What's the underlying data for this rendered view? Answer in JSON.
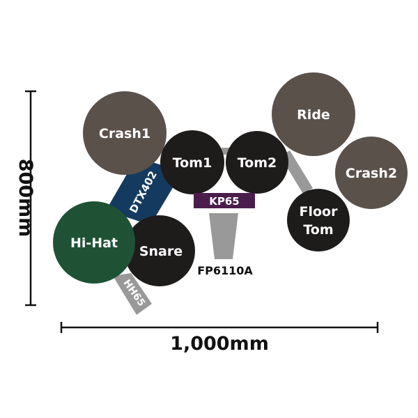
{
  "colors": {
    "crash_ride": "#5b514b",
    "tom_snare": "#1e1b1b",
    "hihat": "#1f5235",
    "dtx_module": "#143a5f",
    "kick_pedal": "#4b1d4d",
    "hardware_gray": "#999999",
    "dim_line": "#111111",
    "white_text": "#ffffff"
  },
  "dimensions": {
    "depth": "800mm",
    "width": "1,000mm"
  },
  "pads": {
    "crash1": "Crash1",
    "ride": "Ride",
    "crash2": "Crash2",
    "tom1": "Tom1",
    "tom2": "Tom2",
    "floor_tom_line1": "Floor",
    "floor_tom_line2": "Tom",
    "hihat": "Hi-Hat",
    "snare": "Snare"
  },
  "parts": {
    "module": "DTX402",
    "kick": "KP65",
    "hihat_controller": "HH65",
    "pedal": "FP6110A"
  }
}
